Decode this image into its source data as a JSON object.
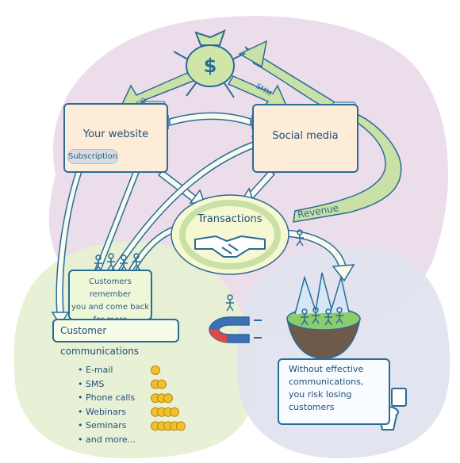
{
  "nodes": {
    "website": "Your website",
    "subscription": "Subscription",
    "social": "Social media",
    "transactions": "Transactions",
    "customers": [
      "Customers remember",
      "you and come back",
      "for more"
    ],
    "communications": "Customer communications",
    "warning": [
      "Without effective",
      "communications,",
      "you risk losing",
      "customers"
    ]
  },
  "edges": {
    "seo": "SEO",
    "smm": "SMM",
    "revenue": "Revenue"
  },
  "channels": [
    {
      "label": "E-mail",
      "coins": 1
    },
    {
      "label": "SMS",
      "coins": 2
    },
    {
      "label": "Phone calls",
      "coins": 3
    },
    {
      "label": "Webinars",
      "coins": 4
    },
    {
      "label": "Seminars",
      "coins": 5
    },
    {
      "label": "and more...",
      "coins": 0
    }
  ],
  "icons": [
    "money-bag-icon",
    "handshake-icon",
    "magnet-icon",
    "toilet-icon",
    "person-icon",
    "coin-icon"
  ],
  "colors": {
    "marketing_zone": "#ead9e9",
    "retention_zone": "#e6f0d1",
    "loss_zone": "#dfe3ee",
    "arrow_green": "#c9e0a6",
    "arrow_white": "#f7fbef",
    "outline": "#2a6b98",
    "box_fill": "#fdecd7",
    "coin": "#f1c02a"
  }
}
